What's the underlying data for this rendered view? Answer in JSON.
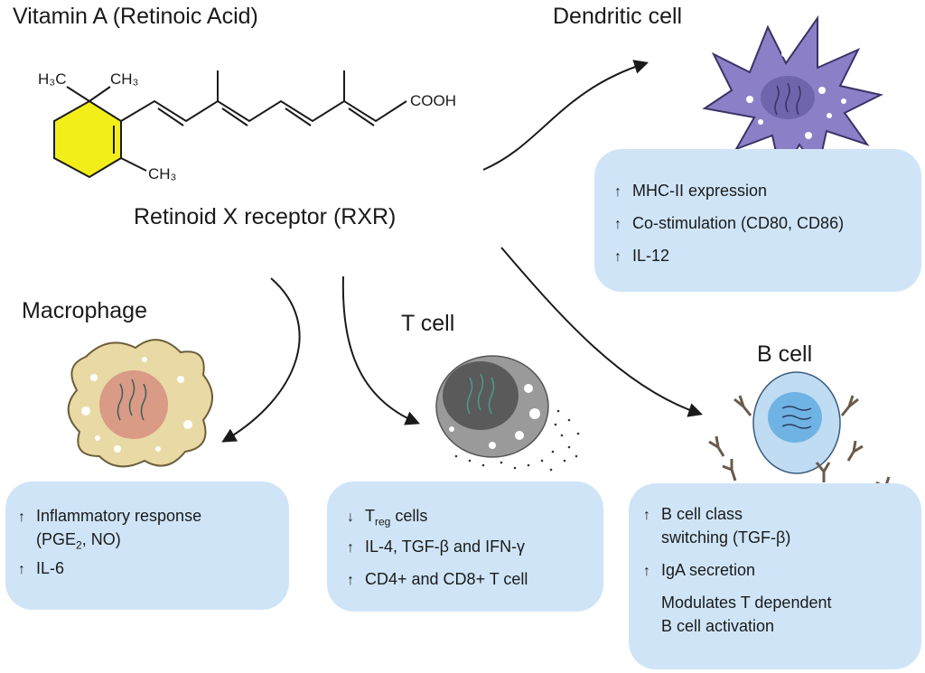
{
  "vitamin": {
    "title": "Vitamin A (Retinoic Acid)",
    "ring_me1": "H₃C",
    "ring_me2": "CH₃",
    "ring_me3": "CH₃",
    "acid": "COOH"
  },
  "receptor": {
    "label": "Retinoid X receptor (RXR)"
  },
  "dendritic": {
    "title": "Dendritic cell",
    "effects": [
      {
        "dir": "↑",
        "text": "MHC-II expression"
      },
      {
        "dir": "↑",
        "text": "Co-stimulation (CD80, CD86)"
      },
      {
        "dir": "↑",
        "text": "IL-12"
      }
    ]
  },
  "macrophage": {
    "title": "Macrophage",
    "effect1_dir": "↑",
    "effect1_line1": "Inflammatory response",
    "effect1_line2_pre": "(PGE",
    "effect1_line2_sub": "2",
    "effect1_line2_post": ", NO)",
    "effect2_dir": "↑",
    "effect2": "IL-6"
  },
  "tcell": {
    "title": "T cell",
    "effect1_dir": "↓",
    "effect1_main": "T",
    "effect1_sub": "reg",
    "effect1_post": " cells",
    "effect2_dir": "↑",
    "effect2": "IL-4, TGF-β and IFN-γ",
    "effect3_dir": "↑",
    "effect3": "CD4+ and CD8+ T cell"
  },
  "bcell": {
    "title": "B cell",
    "effect1_dir": "↑",
    "effect1_line1": "B cell class",
    "effect1_line2": "switching (TGF-β)",
    "effect2_dir": "↑",
    "effect2": "IgA secretion",
    "effect3_line1": "Modulates T dependent",
    "effect3_line2": "B cell activation"
  },
  "colors": {
    "box": "#cfe5f7",
    "ring": "#f2ee1a",
    "dendritic": "#8b80c8",
    "macrophage": "#e9d9a4",
    "macrophage_nucleus": "#d99a86",
    "tcell": "#9a9a9a",
    "bcell": "#bfdcf3",
    "bcell_nucleus": "#6fb3e4",
    "antibody": "#6b5a4a"
  }
}
